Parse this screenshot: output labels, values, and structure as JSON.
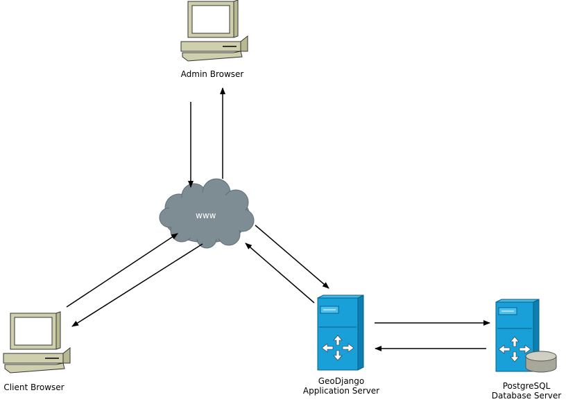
{
  "nodes": {
    "admin_browser": {
      "label": "Admin Browser",
      "icon": "desktop-computer-icon"
    },
    "client_browser": {
      "label": "Client Browser",
      "icon": "desktop-computer-icon"
    },
    "www": {
      "label": "www",
      "icon": "cloud-icon"
    },
    "app_server": {
      "label_line1": "GeoDjango",
      "label_line2": "Application Server",
      "icon": "server-router-icon"
    },
    "db_server": {
      "label_line1": "PostgreSQL",
      "label_line2": "Database Server",
      "icon": "database-server-icon"
    }
  },
  "colors": {
    "computer_body": "#cfcfae",
    "cloud": "#7e8d93",
    "server": "#1aa0d8",
    "arrow": "#000000"
  }
}
